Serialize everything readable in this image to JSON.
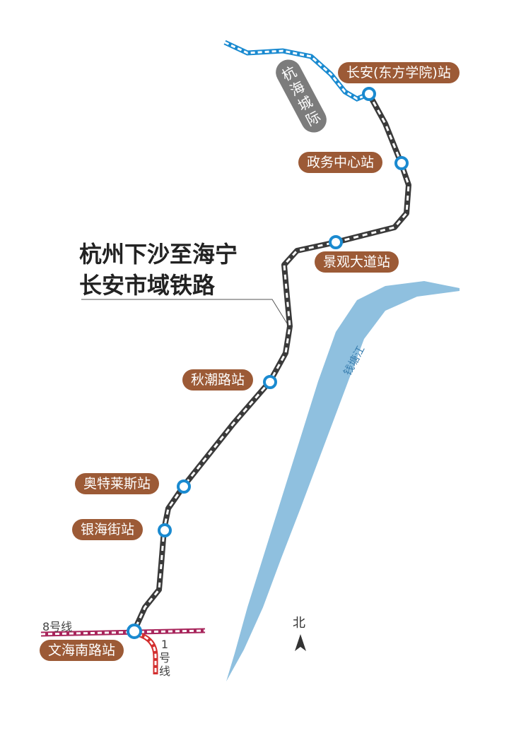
{
  "title": {
    "line1": "杭州下沙至海宁",
    "line2": "长安市域铁路"
  },
  "stations": [
    {
      "name": "长安(东方学院)站"
    },
    {
      "name": "政务中心站"
    },
    {
      "name": "景观大道站"
    },
    {
      "name": "秋潮路站"
    },
    {
      "name": "奥特莱斯站"
    },
    {
      "name": "银海街站"
    },
    {
      "name": "文海南路站"
    }
  ],
  "lines": {
    "intercity": "杭海城际",
    "line8": "8号线",
    "line1_num": "1",
    "line1_hao": "号",
    "line1_xian": "线"
  },
  "river": "钱塘江",
  "compass": "北",
  "colors": {
    "station_pill": "#9c5a36",
    "intercity": "#1a8ad0",
    "line8": "#a8265c",
    "line1": "#d32f2f",
    "river": "#8fc0df",
    "route": "#3a3a3a"
  }
}
